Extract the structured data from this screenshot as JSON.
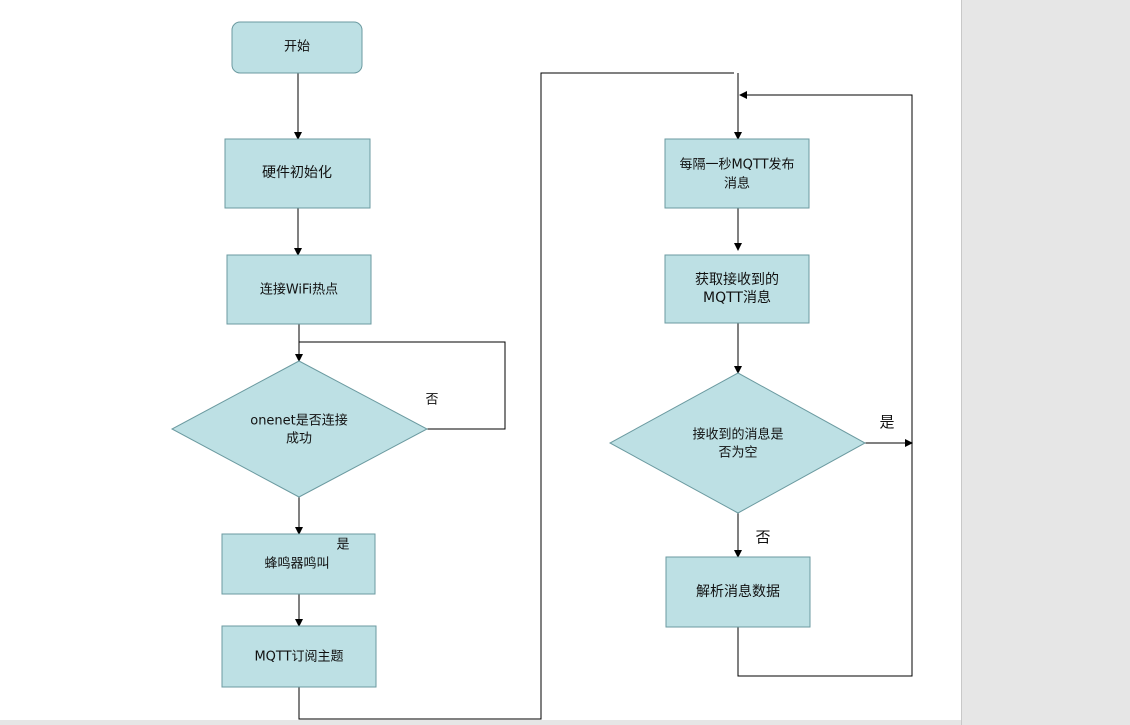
{
  "colors": {
    "node_fill": "#bde0e4",
    "node_stroke": "#6b9aa0",
    "line": "#000000",
    "page": "#ffffff",
    "background": "#e6e6e6"
  },
  "nodes": {
    "start": {
      "label": "开始"
    },
    "hw_init": {
      "label": "硬件初始化"
    },
    "connect_wifi": {
      "label": "连接WiFi热点"
    },
    "onenet_check": {
      "line1": "onenet是否连接",
      "line2": "成功"
    },
    "buzzer": {
      "label": "蜂鸣器鸣叫"
    },
    "mqtt_subscribe": {
      "label": "MQTT订阅主题"
    },
    "mqtt_publish": {
      "line1": "每隔一秒MQTT发布",
      "line2": "消息"
    },
    "get_message": {
      "line1": "获取接收到的",
      "line2": "MQTT消息"
    },
    "empty_check": {
      "line1": "接收到的消息是",
      "line2": "否为空"
    },
    "parse_data": {
      "label": "解析消息数据"
    }
  },
  "edge_labels": {
    "onenet_no": "否",
    "onenet_yes": "是",
    "empty_yes": "是",
    "empty_no": "否"
  }
}
